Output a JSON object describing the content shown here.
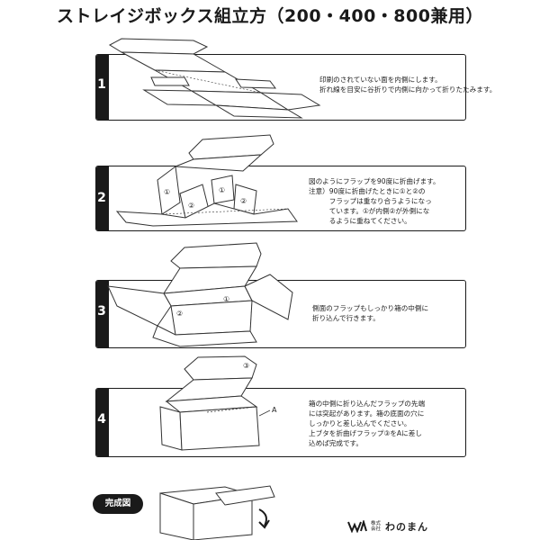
{
  "title": "ストレイジボックス組立方（200・400・800兼用）",
  "steps": [
    {
      "number": "1",
      "text": "印刷のされていない面を内側にします。\n折れ線を目安に谷折りで内側に向かって折りたたみます。"
    },
    {
      "number": "2",
      "text": "図のようにフラップを90度に折曲げます。\n注意）90度に折曲げたときに①と②の\n　　　フラップは重なり合うようになっ\n　　　ています。①が内側②が外側にな\n　　　るように重ねてください。"
    },
    {
      "number": "3",
      "text": "側面のフラップもしっかり箱の中側に\n折り込んで行きます。"
    },
    {
      "number": "4",
      "text": "箱の中側に折り込んだフラップの先端\nには突起があります。箱の底面の穴に\nしっかりと差し込んでください。\n上ブタを折曲げフラップ③をAに差し\n込めば完成です。"
    }
  ],
  "labels": {
    "circle1": "①",
    "circle2": "②",
    "circle3": "③",
    "point_a": "A"
  },
  "completed": {
    "label": "完成図"
  },
  "brand": {
    "small": "株式会社",
    "name": "わのまん"
  },
  "colors": {
    "frame": "#1a1a1a",
    "line": "#333333"
  }
}
